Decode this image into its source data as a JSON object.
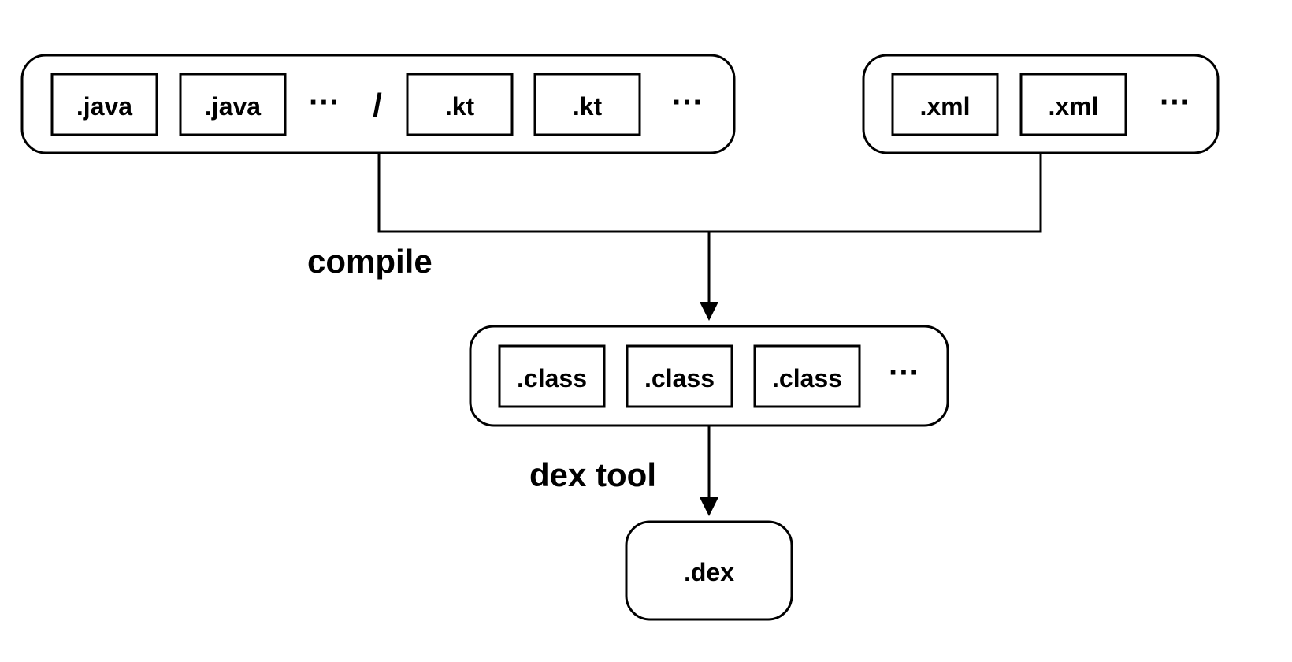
{
  "source_group": {
    "java_files": [
      ".java",
      ".java"
    ],
    "java_more": "···",
    "separator": "/",
    "kotlin_files": [
      ".kt",
      ".kt"
    ],
    "kotlin_more": "···"
  },
  "resource_group": {
    "xml_files": [
      ".xml",
      ".xml"
    ],
    "xml_more": "···"
  },
  "compile_step": {
    "label": "compile"
  },
  "class_group": {
    "class_files": [
      ".class",
      ".class",
      ".class"
    ],
    "class_more": "···"
  },
  "dex_step": {
    "label": "dex tool"
  },
  "output": {
    "dex_label": ".dex"
  }
}
